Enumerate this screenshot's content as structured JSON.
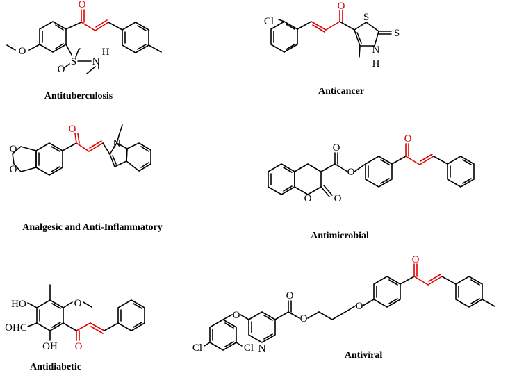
{
  "figure": {
    "panels": [
      {
        "id": "antitb",
        "caption": "Antituberculosis",
        "atoms": [
          "O",
          "O",
          "S",
          "O",
          "N",
          "H"
        ]
      },
      {
        "id": "anticancer",
        "caption": "Anticancer",
        "atoms": [
          "Cl",
          "O",
          "S",
          "S",
          "N",
          "H"
        ]
      },
      {
        "id": "analgesic",
        "caption": "Analgesic and Anti-Inflammatory",
        "atoms": [
          "O",
          "O",
          "O",
          "N"
        ]
      },
      {
        "id": "antimicrobial",
        "caption": "Antimicrobial",
        "atoms": [
          "O",
          "O",
          "O",
          "O",
          "O"
        ]
      },
      {
        "id": "antidiabetic",
        "caption": "Antidiabetic",
        "atoms": [
          "HO",
          "O",
          "OHC",
          "OH",
          "O"
        ]
      },
      {
        "id": "antiviral",
        "caption": "Antiviral",
        "atoms": [
          "O",
          "O",
          "O",
          "O",
          "O",
          "Cl",
          "Cl",
          "N"
        ]
      }
    ],
    "colors": {
      "enone_highlight": "#e00000",
      "bonds": "#000000"
    }
  }
}
